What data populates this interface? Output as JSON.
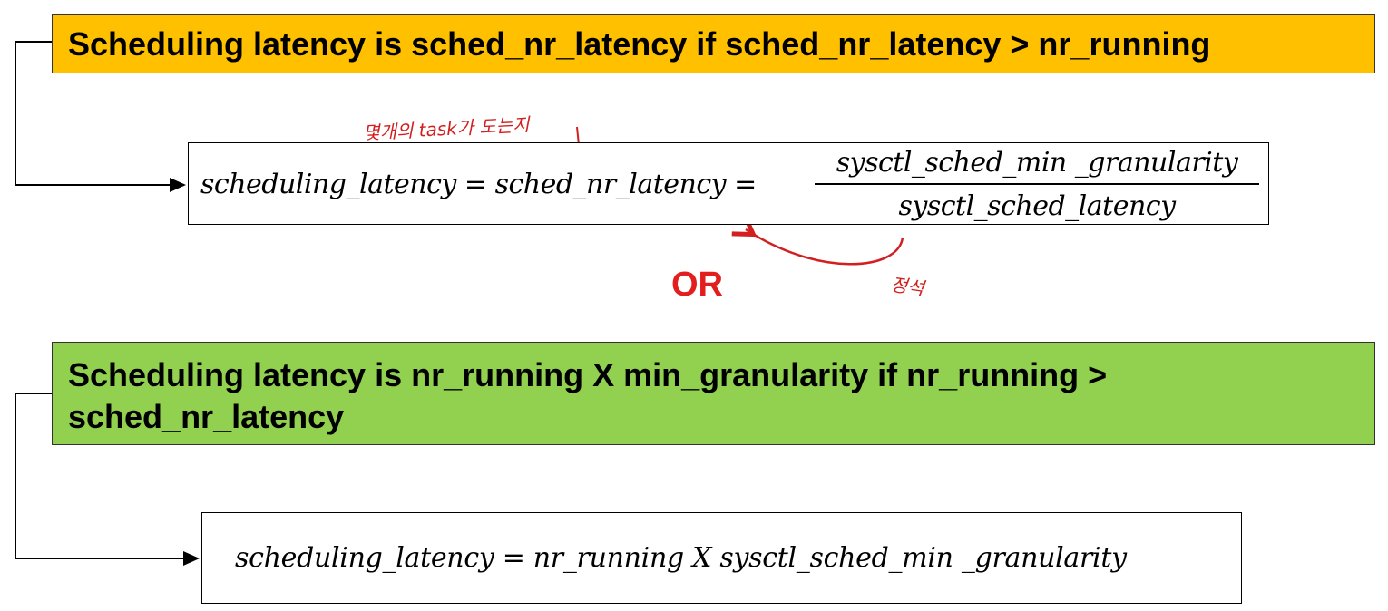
{
  "condition_1": {
    "text": "Scheduling latency is sched_nr_latency if sched_nr_latency > nr_running",
    "color": "#FFC000"
  },
  "formula_1": {
    "lhs": "scheduling_latency = sched_nr_latency = ",
    "numerator": "sysctl_sched_min _granularity",
    "denominator": "sysctl_sched_latency"
  },
  "annotation_1": "몇개의 task가 도는지",
  "annotation_2": "정석",
  "or_label": "OR",
  "or_color": "#E31E1E",
  "condition_2": {
    "text": "Scheduling latency is nr_running X min_granularity if nr_running > sched_nr_latency",
    "color": "#92D050"
  },
  "formula_2": {
    "text": "scheduling_latency =  nr_running X sysctl_sched_min _granularity"
  }
}
